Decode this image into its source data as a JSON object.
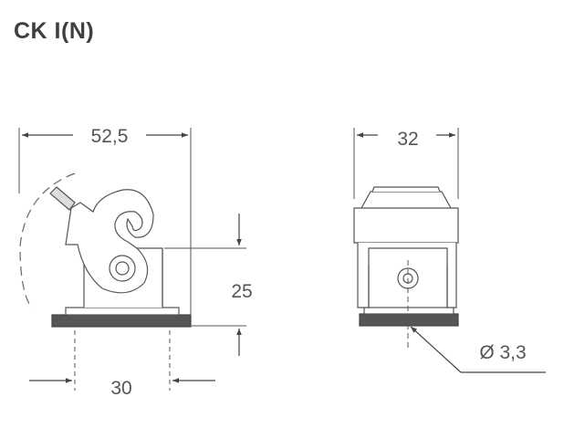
{
  "title": "CK I(N)",
  "dimensions": {
    "width_left": "52,5",
    "height": "25",
    "base_spacing": "30",
    "width_right": "32",
    "hole_diameter": "Ø 3,3"
  }
}
